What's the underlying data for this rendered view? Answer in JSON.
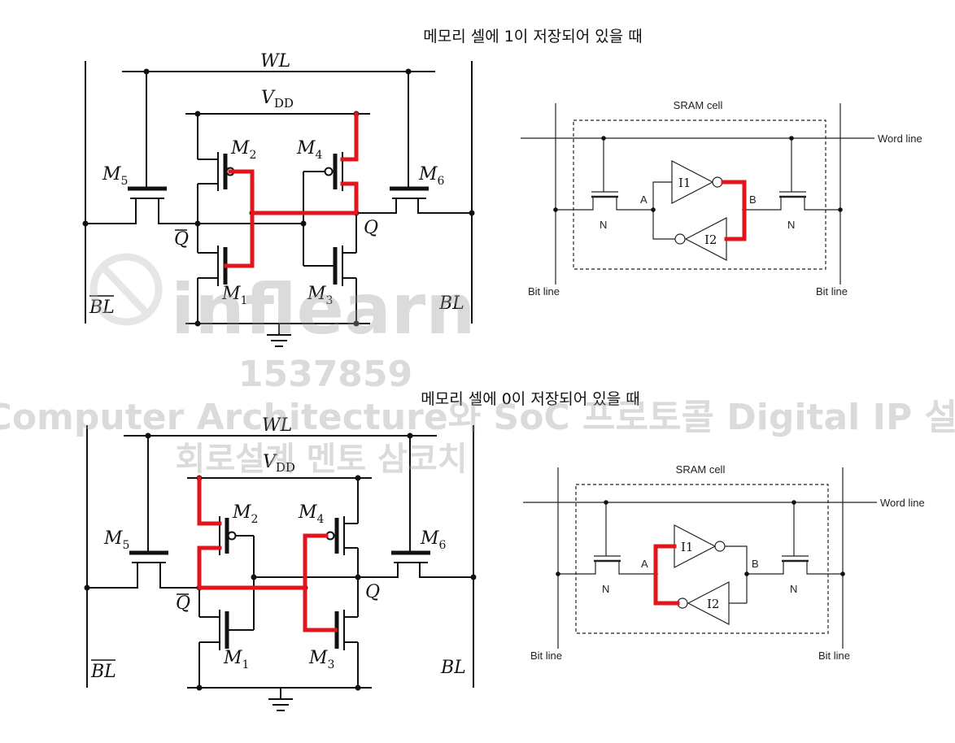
{
  "top": {
    "title": "메모리 셀에 1이 저장되어 있을 때",
    "stored_bit": 1
  },
  "bottom": {
    "title": "메모리 셀에 0이 저장되어 있을 때",
    "stored_bit": 0
  },
  "cmos_labels": {
    "wl": "WL",
    "vdd": "V",
    "vdd_sub": "DD",
    "m": "M",
    "m1": "1",
    "m2": "2",
    "m3": "3",
    "m4": "4",
    "m5": "5",
    "m6": "6",
    "q": "Q",
    "qbar": "Q",
    "bl": "BL",
    "blbar": "BL"
  },
  "block_labels": {
    "sram_cell": "SRAM cell",
    "word_line": "Word line",
    "bit_line": "Bit line",
    "node_a": "A",
    "node_b": "B",
    "inv1": "I1",
    "inv2": "I2",
    "nmos": "N"
  },
  "watermark": {
    "brand": "inflearn",
    "id": "1537859",
    "course": "Computer Architecture와 SoC 프로토콜 Digital IP 설계",
    "sub": "회로설계 멘토 삼코치"
  },
  "colors": {
    "highlight": "#e0161c",
    "wire": "#111111"
  }
}
